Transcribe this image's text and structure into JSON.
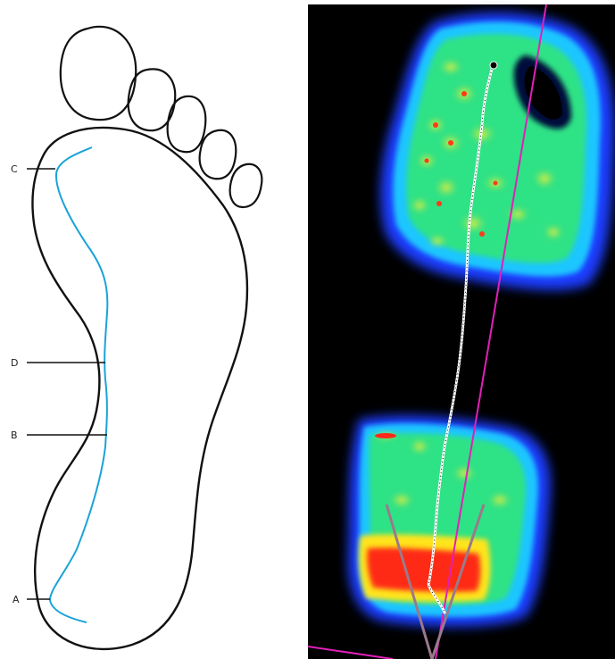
{
  "left_panel": {
    "labels": {
      "c": "C",
      "d": "D",
      "b": "B",
      "a": "A"
    },
    "colors": {
      "outline": "#111111",
      "curve": "#1aa3d8",
      "leader": "#111111"
    }
  },
  "right_panel": {
    "description_colors": {
      "background": "#000000",
      "low_pressure": "#1e40ff",
      "mid_pressure": "#1ddf7a",
      "high_pressure": "#ffe21a",
      "peak_pressure": "#ff1c1c",
      "center_of_pressure_trace": "#ffffff",
      "reference_line": "#e020b8",
      "heel_lines": "#9a7a8a"
    }
  }
}
